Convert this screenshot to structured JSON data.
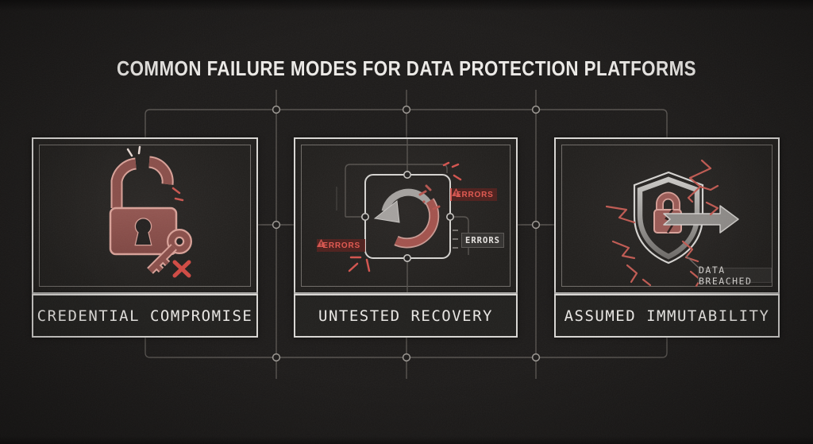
{
  "title": "COMMON FAILURE MODES FOR DATA PROTECTION PLATFORMS",
  "panels": [
    {
      "label": "CREDENTIAL COMPROMISE",
      "icon": "broken-padlock-and-key-icon"
    },
    {
      "label": "UNTESTED RECOVERY",
      "icon": "broken-recovery-loop-icon",
      "badges": {
        "top_right": "ERRORS",
        "left": "ERRORS",
        "right": "ERRORS"
      }
    },
    {
      "label": "ASSUMED IMMUTABILITY",
      "icon": "breached-shield-lock-arrow-icon",
      "badge": "DATA BREACHED"
    }
  ],
  "colors": {
    "background": "#1d1b1a",
    "card_border": "#d9d7d4",
    "grid_line": "#57534f",
    "maroon_fill": "#8a4f4a",
    "maroon_outline": "#d8a198",
    "accent_red": "#d4544e",
    "error_badge_bg": "#4e201d",
    "gray_badge_bg": "#343230",
    "breach_badge_bg": "#2d2b29",
    "text_light": "#eae8e5"
  }
}
